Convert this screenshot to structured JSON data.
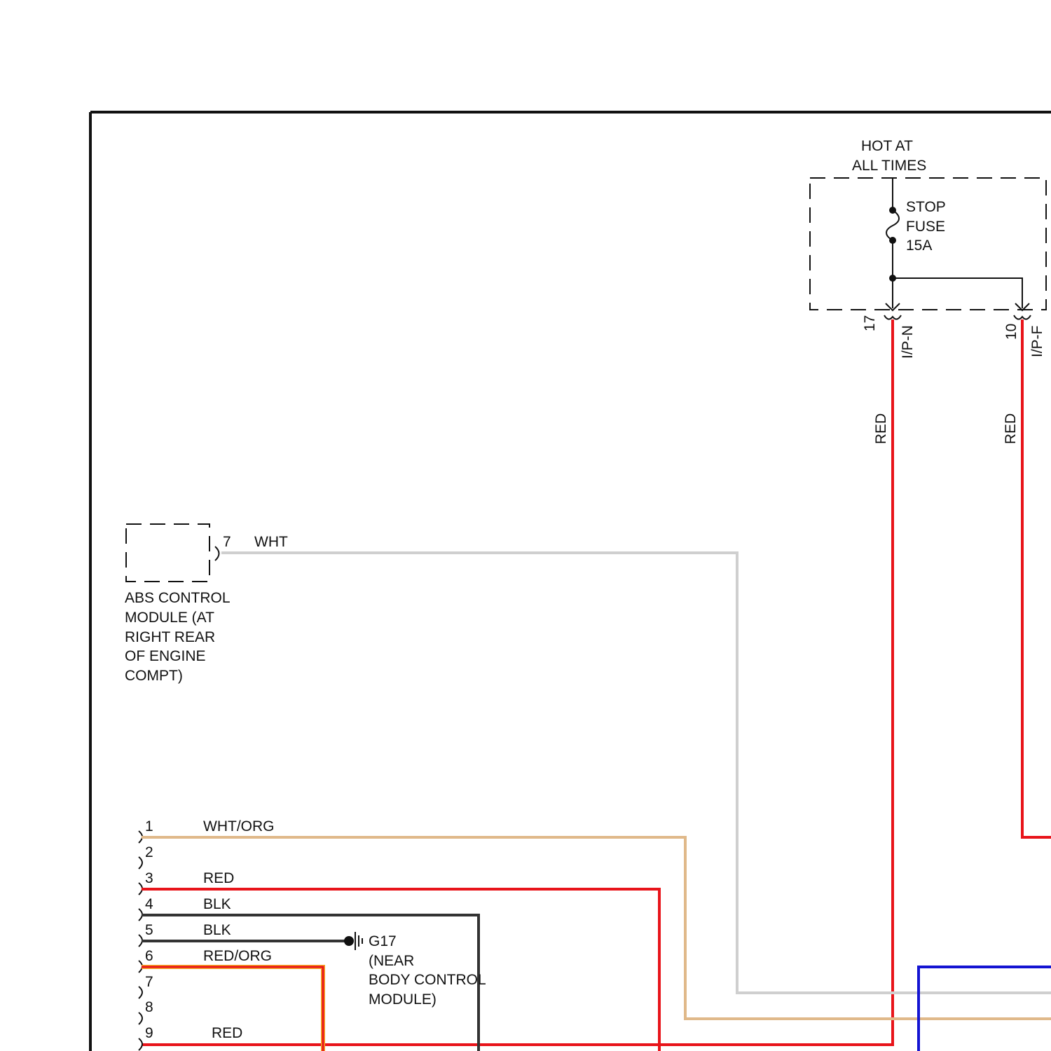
{
  "fuse_box": {
    "supply_label_line1": "HOT AT",
    "supply_label_line2": "ALL TIMES",
    "fuse_name_line1": "STOP",
    "fuse_name_line2": "FUSE",
    "fuse_rating": "15A",
    "outputs": [
      {
        "pin": "17",
        "connector": "I/P-N",
        "wire_color": "RED"
      },
      {
        "pin": "10",
        "connector": "I/P-F",
        "wire_color": "RED"
      }
    ]
  },
  "abs_module": {
    "pin": "7",
    "wire_color": "WHT",
    "label_lines": [
      "ABS CONTROL",
      "MODULE (AT",
      "RIGHT REAR",
      "OF ENGINE",
      "COMPT)"
    ]
  },
  "connector": {
    "pins": [
      {
        "pin": "1",
        "wire": "WHT/ORG"
      },
      {
        "pin": "2",
        "wire": ""
      },
      {
        "pin": "3",
        "wire": "RED"
      },
      {
        "pin": "4",
        "wire": "BLK"
      },
      {
        "pin": "5",
        "wire": "BLK"
      },
      {
        "pin": "6",
        "wire": "RED/ORG"
      },
      {
        "pin": "7",
        "wire": ""
      },
      {
        "pin": "8",
        "wire": ""
      },
      {
        "pin": "9",
        "wire": "RED"
      }
    ]
  },
  "ground": {
    "name": "G17",
    "location_lines": [
      "(NEAR",
      "BODY CONTROL",
      "MODULE)"
    ]
  },
  "colors": {
    "red": "#e8141a",
    "white_wire": "#cfcfcf",
    "wht_org": "#e0b98a",
    "black_wire": "#333333",
    "red_org_outer": "#f5a623",
    "blue": "#1414d2",
    "frame": "#111111"
  }
}
